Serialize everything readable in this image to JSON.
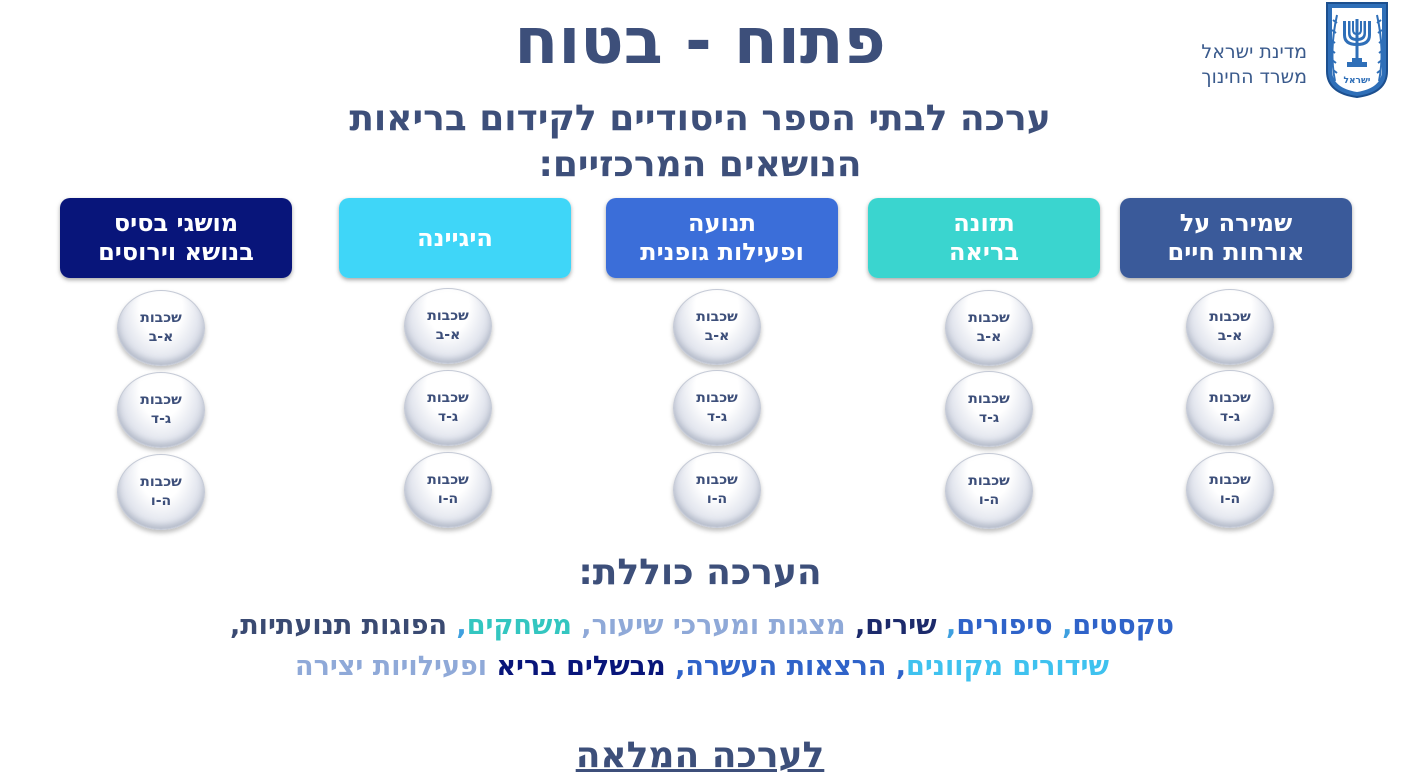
{
  "header": {
    "title": "פתוח - בטוח",
    "subtitle_line1": "ערכה לבתי הספר היסודיים לקידום בריאות",
    "subtitle_line2": "הנושאים המרכזיים:",
    "ministry_line1": "מדינת ישראל",
    "ministry_line2": "משרד החינוך",
    "emblem_text": "ישראל",
    "emblem_icon": "menorah-emblem-icon"
  },
  "topics": [
    {
      "label": "שמירה על\nאורחות חיים",
      "color": "#3a5a9a"
    },
    {
      "label": "תזונה\nבריאה",
      "color": "#3ad5cf"
    },
    {
      "label": "תנועה\nופעילות גופנית",
      "color": "#3b6ed9"
    },
    {
      "label": "היגיינה",
      "color": "#3fd6f8"
    },
    {
      "label": "מושגי בסיס\nבנושא וירוסים",
      "color": "#08157a"
    }
  ],
  "grades": [
    "שכבות\nא-ב",
    "שכבות\nג-ד",
    "שכבות\nה-ו"
  ],
  "includes": {
    "title": "הערכה כוללת:",
    "line1": [
      {
        "text": "טקסטים",
        "color": "#2f63c9"
      },
      {
        "text": ", ",
        "color": "#3fa0df"
      },
      {
        "text": "סיפורים",
        "color": "#2f63c9"
      },
      {
        "text": ", ",
        "color": "#3fa0df"
      },
      {
        "text": "שירים",
        "color": "#1c2a6b"
      },
      {
        "text": ", ",
        "color": "#1c2a6b"
      },
      {
        "text": "מצגות ומערכי שיעור",
        "color": "#8fa9d8"
      },
      {
        "text": ", ",
        "color": "#8fa9d8"
      },
      {
        "text": "משחקים",
        "color": "#33c6c0"
      },
      {
        "text": ", ",
        "color": "#3fa0df"
      },
      {
        "text": "הפוגות תנועתיות,",
        "color": "#3a4a72"
      }
    ],
    "line2": [
      {
        "text": "שידורים מקוונים",
        "color": "#3fc2ef"
      },
      {
        "text": ", ",
        "color": "#2f63c9"
      },
      {
        "text": "הרצאות העשרה",
        "color": "#2f63c9"
      },
      {
        "text": ", ",
        "color": "#2f63c9"
      },
      {
        "text": "מבשלים בריא",
        "color": "#08157a"
      },
      {
        "text": " ",
        "color": "#08157a"
      },
      {
        "text": "ופעילויות יצירה",
        "color": "#8fa9d8"
      }
    ]
  },
  "full_kit_link": "לערכה המלאה"
}
